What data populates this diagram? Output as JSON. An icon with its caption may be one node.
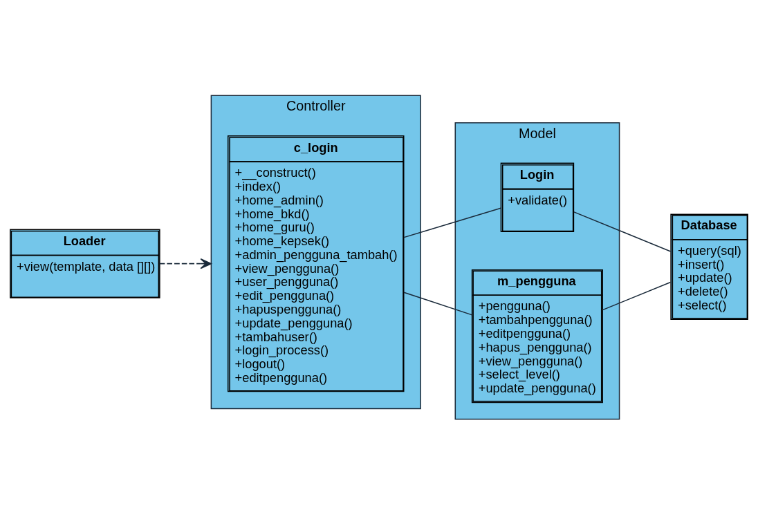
{
  "diagram": {
    "nodes": [
      {
        "text": [
          "Controller"
        ]
      },
      {
        "text": [
          "c_login",
          "+__construct()",
          "+index()",
          "+home_admin()",
          "+home_bkd()",
          "+home_guru()",
          "+home_kepsek()",
          "+admin_pengguna_tambah()",
          "+view_pengguna()",
          "+user_pengguna()",
          "+edit_pengguna()",
          "+hapuspengguna()",
          "+update_pengguna()",
          "+tambahuser()",
          "+login_process()",
          "+logout()",
          "+editpengguna()"
        ],
        "in": 0
      },
      {
        "text": [
          "Model"
        ]
      },
      {
        "text": [
          "Login",
          "+validate()"
        ],
        "in": 2
      },
      {
        "text": [
          "m_pengguna",
          "+pengguna()",
          "+tambahpengguna()",
          "+editpengguna()",
          "+hapus_pengguna()",
          "+view_pengguna()",
          "+select_level()",
          "+update_pengguna()"
        ],
        "in": 2
      },
      {
        "text": [
          "Database",
          "+query(sql)",
          "+insert()",
          "+update()",
          "+delete()",
          "+select()"
        ]
      },
      {
        "text": [
          "Loader",
          "+view(template, data [][])"
        ]
      }
    ],
    "edges": [
      {
        "from": 1,
        "to": 3,
        "arrow": "none"
      },
      {
        "from": 1,
        "to": 4,
        "arrow": "none"
      },
      {
        "from": 4,
        "to": 5,
        "arrow": "none"
      },
      {
        "from": 3,
        "to": 5,
        "arrow": "none"
      },
      {
        "from": 6,
        "to": 0,
        "arrow": "to",
        "style": "dashed"
      }
    ]
  }
}
